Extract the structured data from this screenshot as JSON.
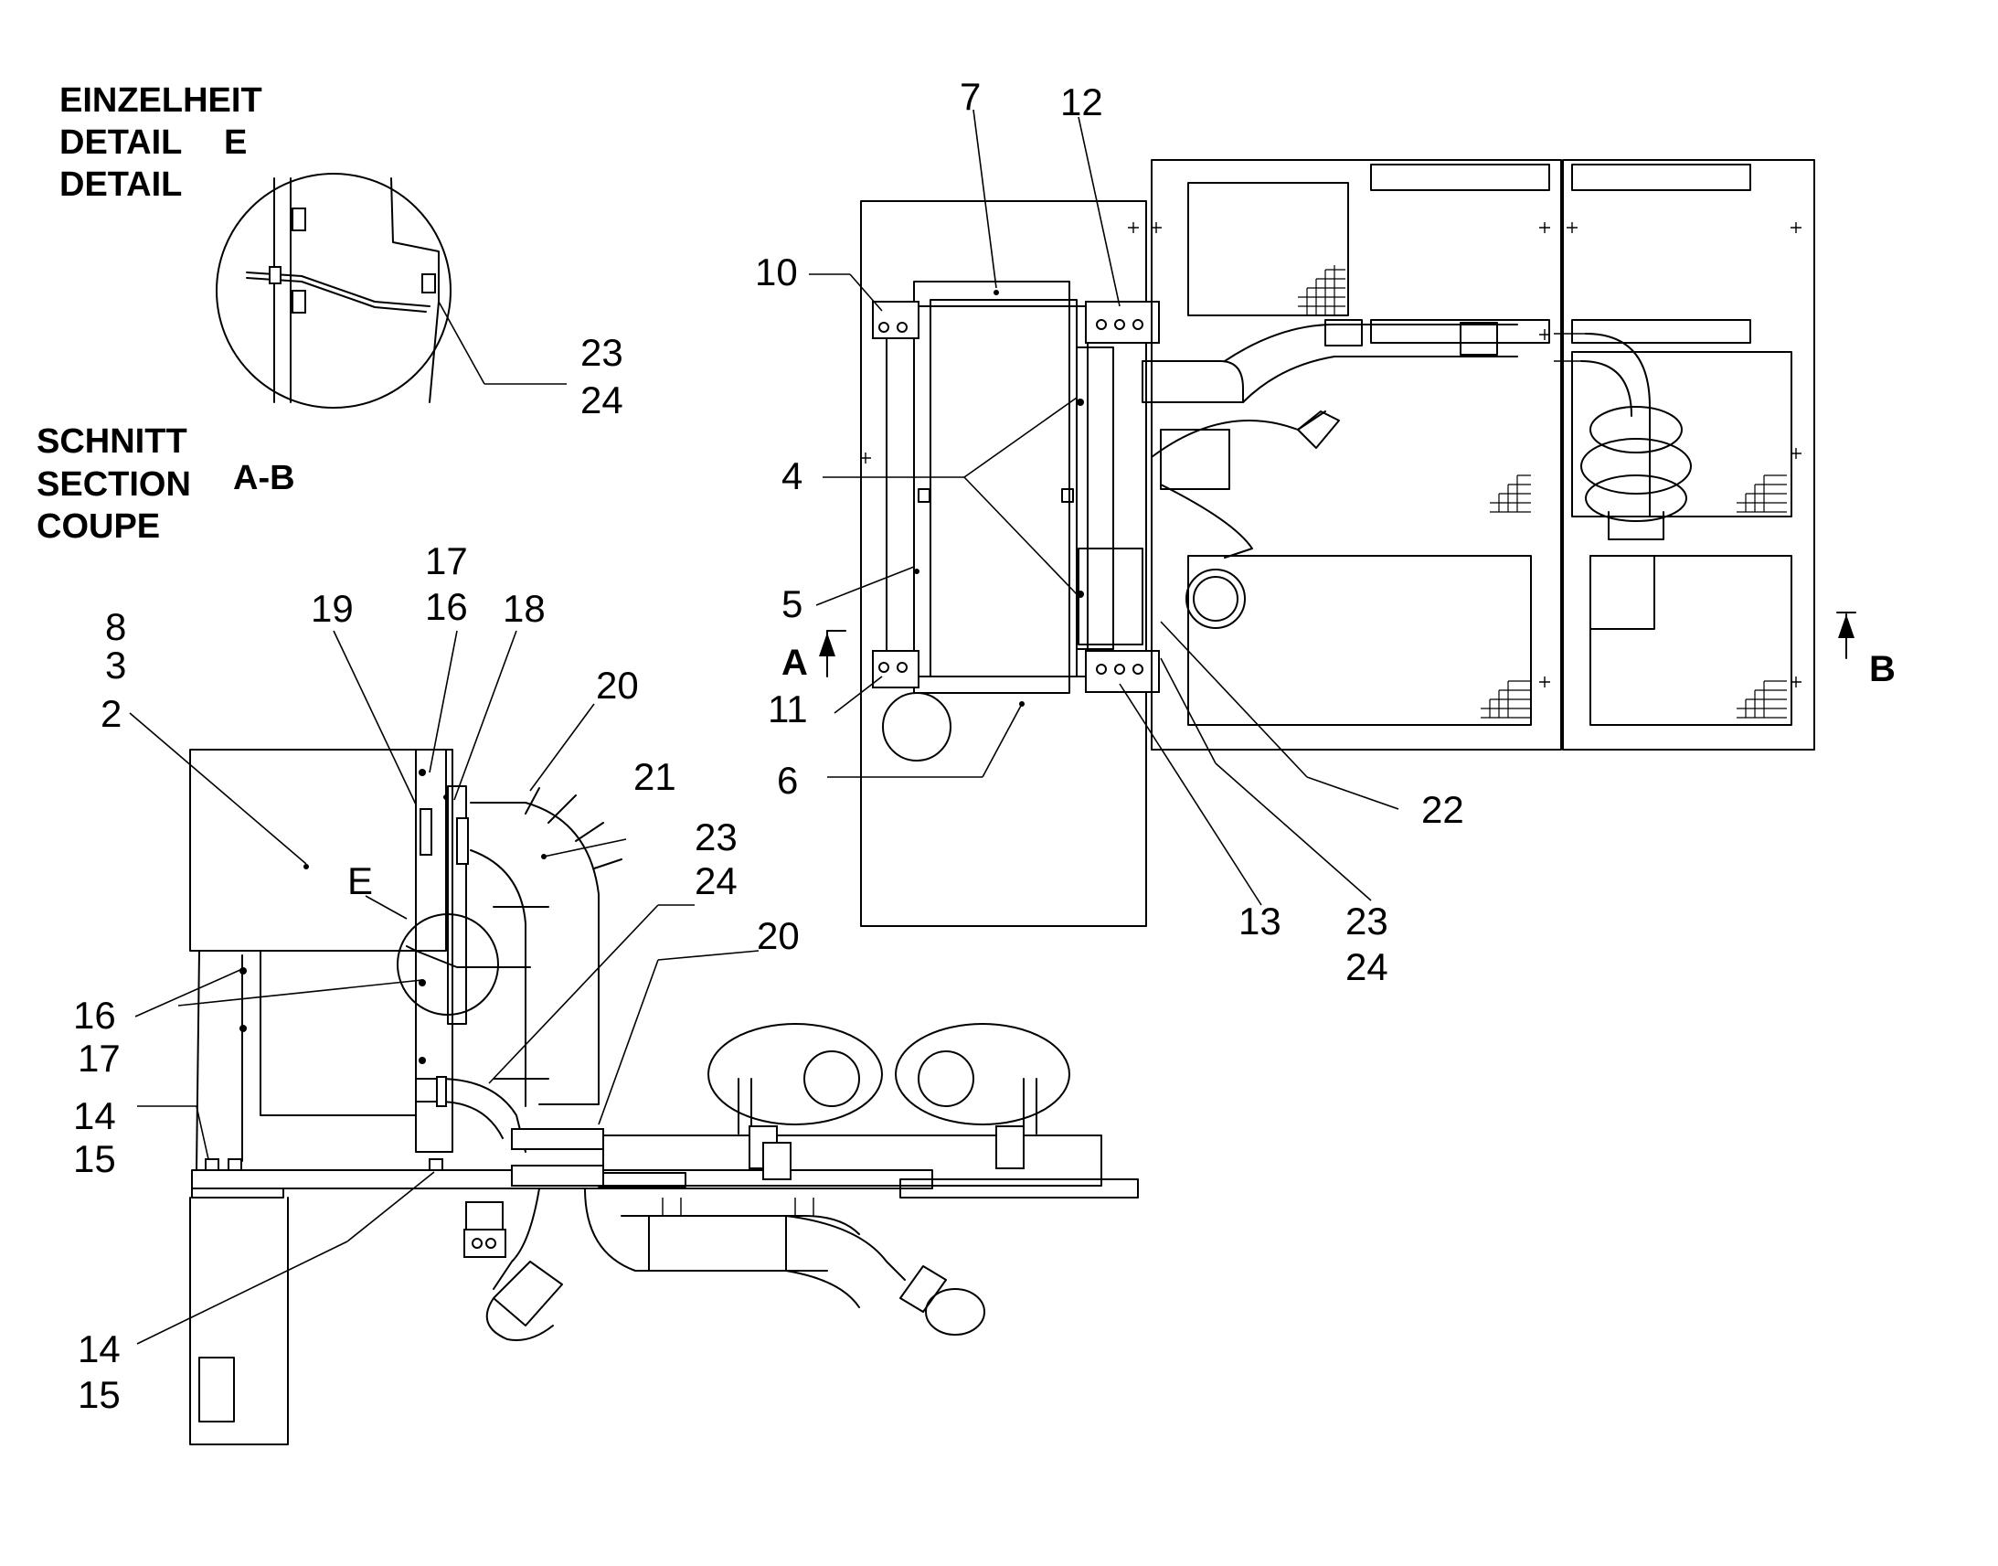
{
  "detail_heading": [
    "EINZELHEIT",
    "DETAIL",
    "DETAIL"
  ],
  "detail_letter": "E",
  "section_heading": [
    "SCHNITT",
    "SECTION",
    "COUPE"
  ],
  "section_label": "A-B",
  "section_markers": {
    "a": "A",
    "b": "B"
  },
  "callouts": {
    "c7": "7",
    "c12": "12",
    "c10": "10",
    "c4": "4",
    "c5": "5",
    "c11": "11",
    "c6": "6",
    "c22": "22",
    "c13": "13",
    "c23b": "23",
    "c24b": "24",
    "c23d": "23",
    "c24d": "24",
    "c17t": "17",
    "c16t": "16",
    "c19": "19",
    "c18": "18",
    "c8": "8",
    "c3": "3",
    "c2": "2",
    "c20a": "20",
    "c21": "21",
    "c23s": "23",
    "c24s": "24",
    "c20b": "20",
    "c16l": "16",
    "c17l": "17",
    "c14a": "14",
    "c15a": "15",
    "c14b": "14",
    "c15b": "15",
    "cE": "E"
  }
}
